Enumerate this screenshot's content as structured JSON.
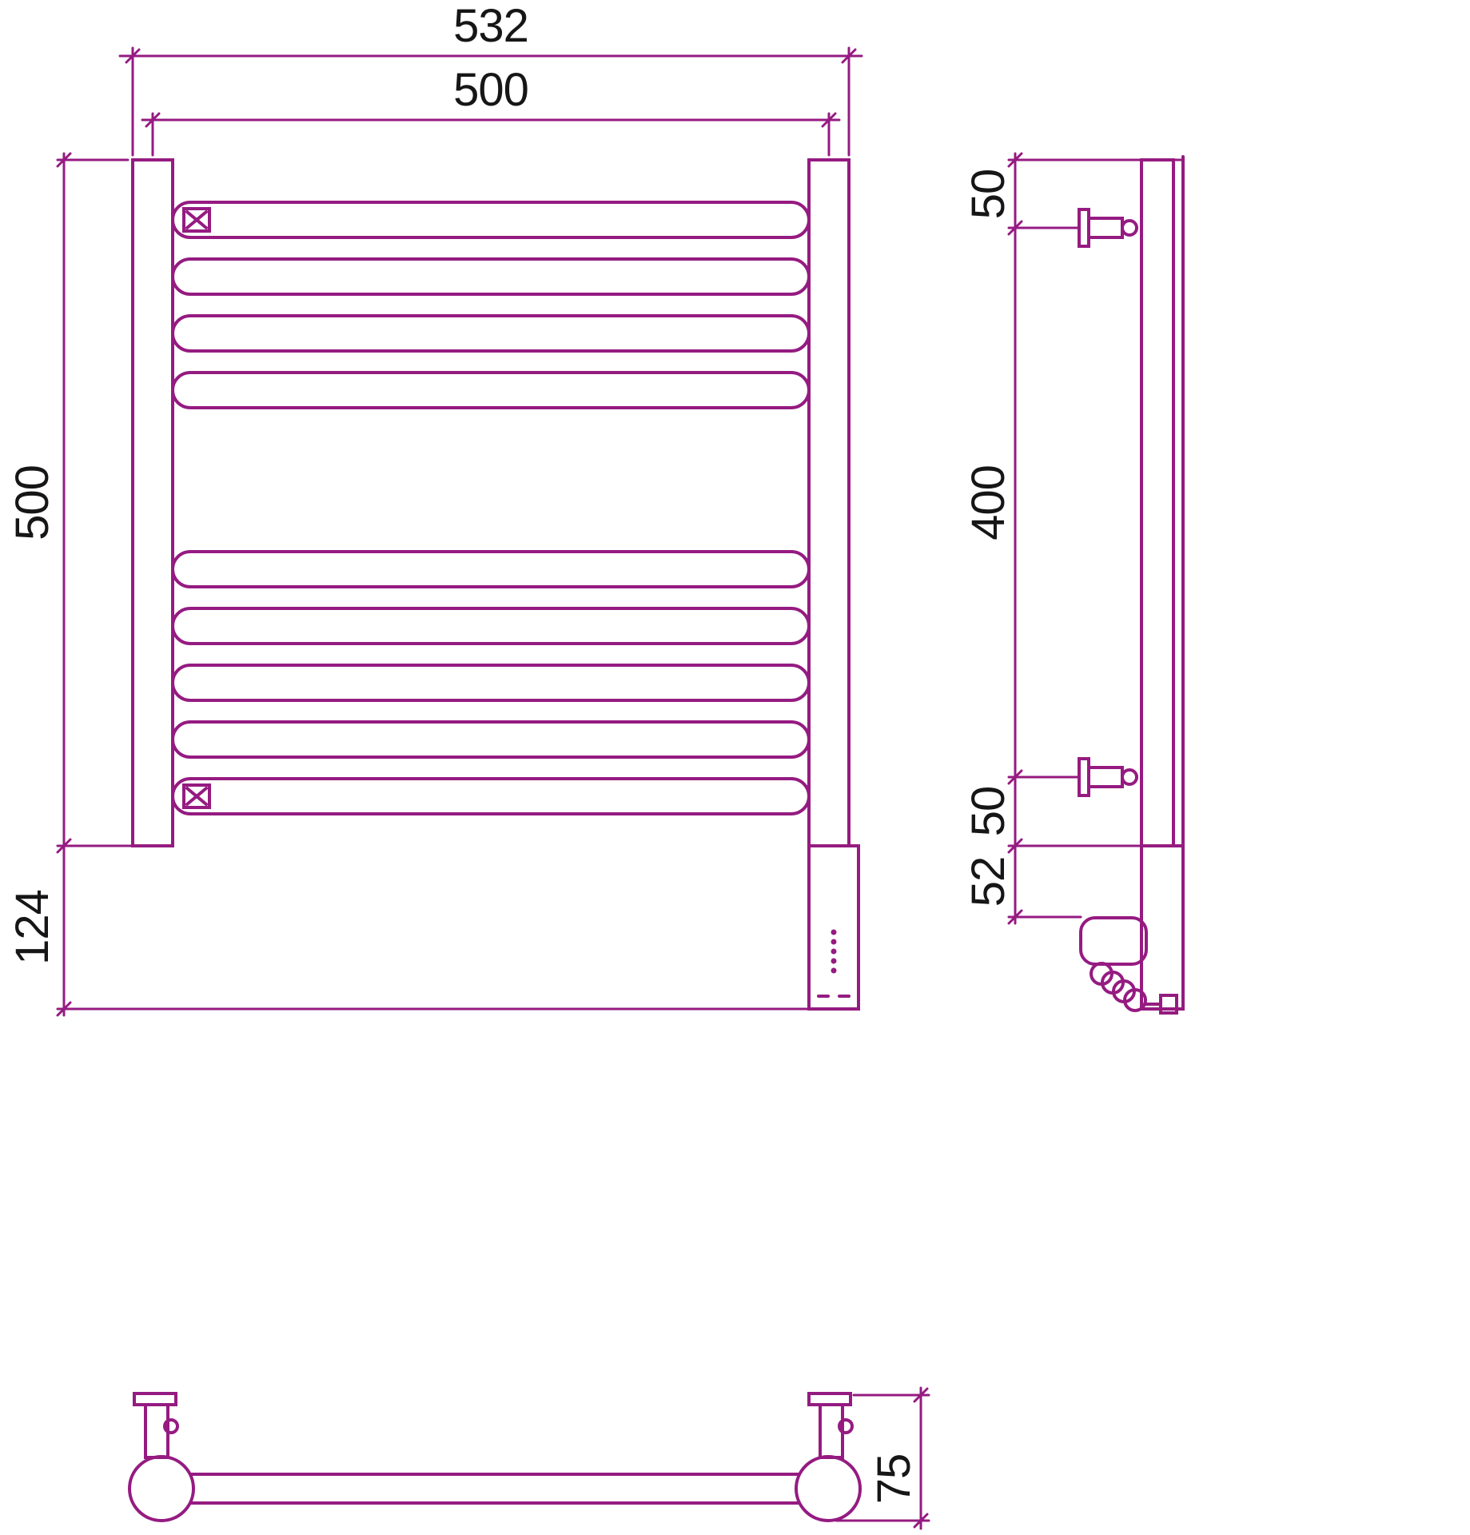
{
  "style": {
    "line_color": "#951B81",
    "text_color": "#161616",
    "background": "#FFFFFF"
  },
  "front_view": {
    "width_overall": "532",
    "width_axes": "500",
    "height_rail": "500",
    "height_unit": "124"
  },
  "side_view": {
    "offset_top": "50",
    "bracket_spacing": "400",
    "offset_bottom": "50",
    "unit_drop": "52"
  },
  "top_view": {
    "depth": "75"
  }
}
